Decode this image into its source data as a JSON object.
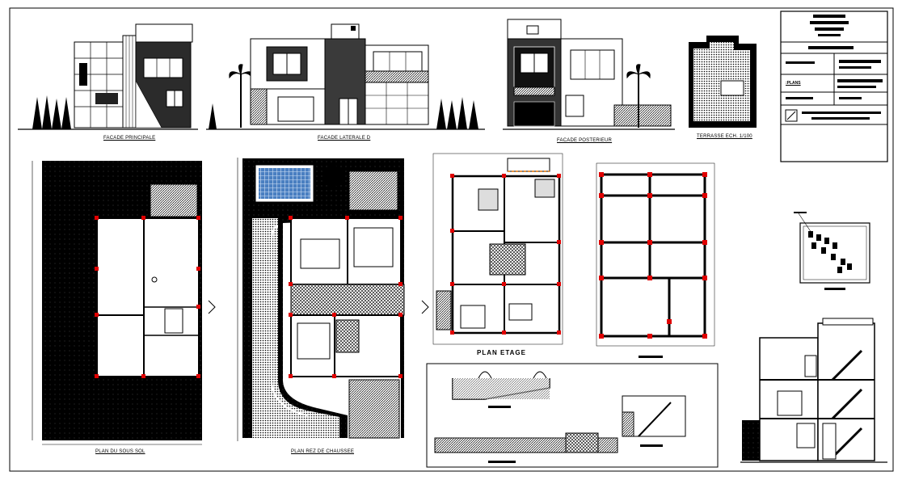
{
  "labels": {
    "facade_principale": "FACADE PRINCIPALE",
    "facade_laterale": "FACADE LATERALE D",
    "facade_posterieur": "FACADE POSTERIEUR",
    "terrasse": "TERRASSE ECH. 1/100",
    "plan_sous_sol": "PLAN DU SOUS SOL",
    "plan_rdc": "PLAN REZ DE CHAUSSEE",
    "plan_etage": "PLAN ETAGE"
  },
  "title_block": {
    "plans_label": ":PLANS"
  },
  "colors": {
    "ink": "#000000",
    "accent": "#ff0000",
    "paper": "#ffffff"
  }
}
